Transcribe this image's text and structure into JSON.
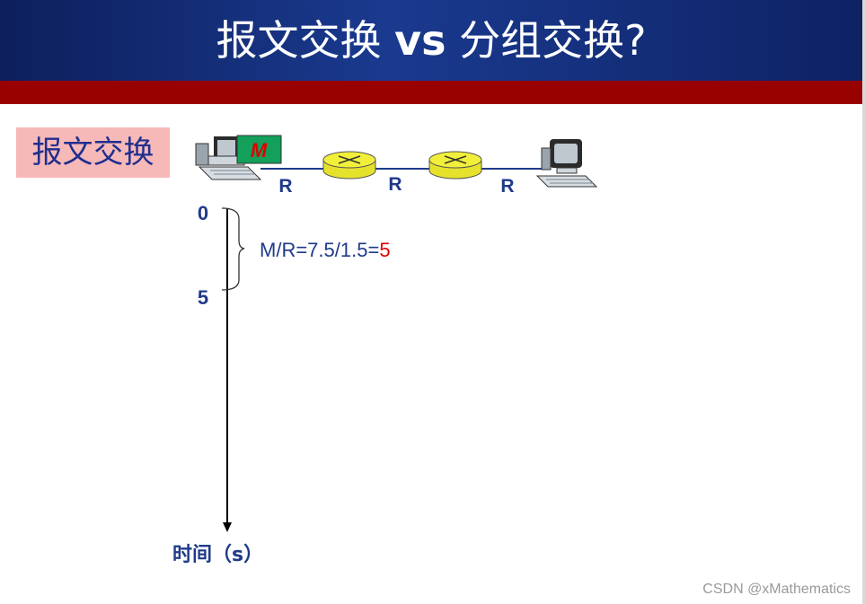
{
  "slide": {
    "title_part1": "报文交换 ",
    "title_vs": "vs",
    "title_part2": " 分组交换?",
    "section_label": "报文交换"
  },
  "network": {
    "message_label": "M",
    "link_labels": [
      "R",
      "R",
      "R"
    ]
  },
  "timeline": {
    "tick_start": "0",
    "tick_end": "5",
    "formula_prefix": "M/R=7.5/1.5=",
    "formula_result": "5",
    "axis_label": "时间（s）"
  },
  "watermark": "CSDN @xMathematics",
  "colors": {
    "header_blue": "#1a3a8f",
    "red_bar": "#990000",
    "label_bg": "#f7b8b8",
    "text_blue": "#1f3a8a",
    "highlight_red": "#e00000",
    "router_yellow": "#f2ef3a"
  }
}
